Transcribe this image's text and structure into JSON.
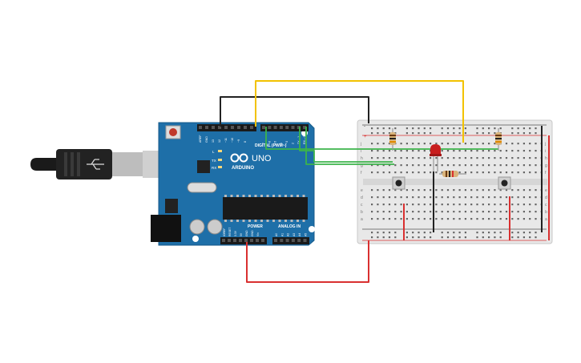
{
  "board": {
    "brand": "ARDUINO",
    "model": "UNO",
    "digital_header": "DIGITAL (PWM~)",
    "power_header": "POWER",
    "analog_header": "ANALOG IN",
    "led_l": "L",
    "led_tx": "TX",
    "led_rx": "RX",
    "top_pins": [
      "AREF",
      "GND",
      "13",
      "12",
      "~11",
      "~10",
      "~9",
      "8",
      "7",
      "~6",
      "~5",
      "4",
      "~3",
      "2",
      "TX→1",
      "RX←0"
    ],
    "power_pins": [
      "IOREF",
      "RESET",
      "3.3V",
      "5V",
      "GND",
      "GND",
      "Vin"
    ],
    "analog_pins": [
      "A0",
      "A1",
      "A2",
      "A3",
      "A4",
      "A5"
    ]
  },
  "breadboard": {
    "row_letters_top": [
      "j",
      "i",
      "h",
      "g",
      "f"
    ],
    "row_letters_bottom": [
      "e",
      "d",
      "c",
      "b",
      "a"
    ],
    "rail_signs": [
      "+",
      "-"
    ]
  },
  "colors": {
    "board_blue": "#1e6fa8",
    "wire_black": "#222222",
    "wire_yellow": "#f2c200",
    "wire_green": "#3cb44b",
    "wire_red": "#d93030",
    "led_red": "#c81e1e",
    "breadboard_bg": "#e8e8e8"
  }
}
